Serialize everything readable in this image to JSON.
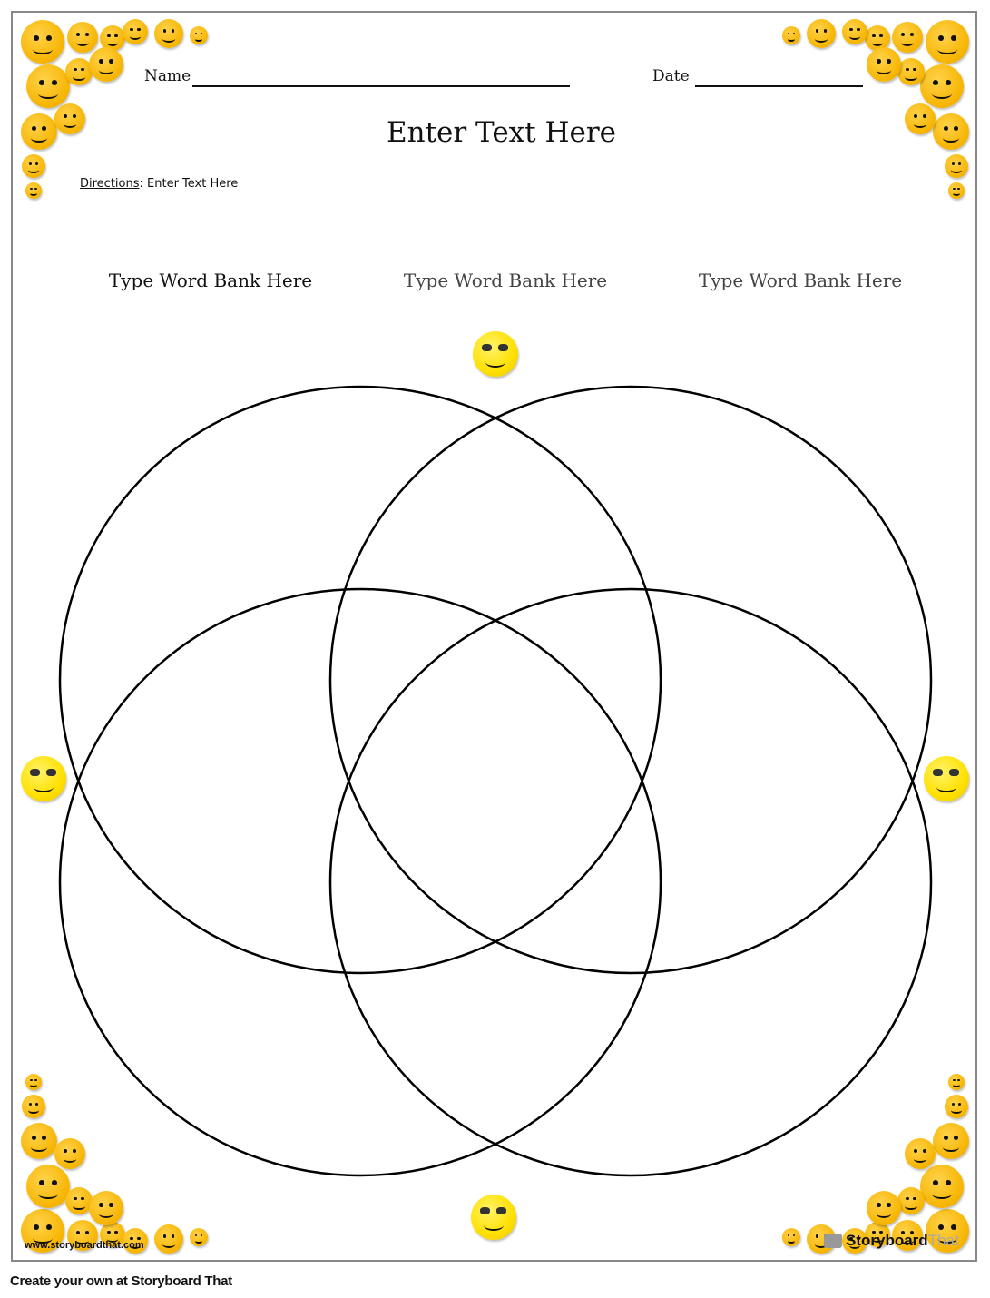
{
  "header": {
    "name_label": "Name",
    "date_label": "Date",
    "title": "Enter Text Here",
    "directions_label": "Directions",
    "directions_text": ": Enter Text Here"
  },
  "word_banks": [
    "Type Word Bank Here",
    "Type Word Bank Here",
    "Type Word Bank Here"
  ],
  "diagram": {
    "type": "four-ellipse venn",
    "outline_color": "#000000"
  },
  "decorations": {
    "emoji_color": "#f6b400",
    "accent_emoji_color": "#ffe000",
    "icons": [
      "laughing-emoji-icon",
      "sunglasses-emoji-icon",
      "nerd-emoji-icon",
      "heart-eyes-emoji-icon",
      "smile-emoji-icon"
    ]
  },
  "watermark": {
    "url": "www.storyboardthat.com",
    "brand_a": "Storyboard",
    "brand_b": "That"
  },
  "footer": {
    "text": "Create your own at Storyboard That"
  }
}
